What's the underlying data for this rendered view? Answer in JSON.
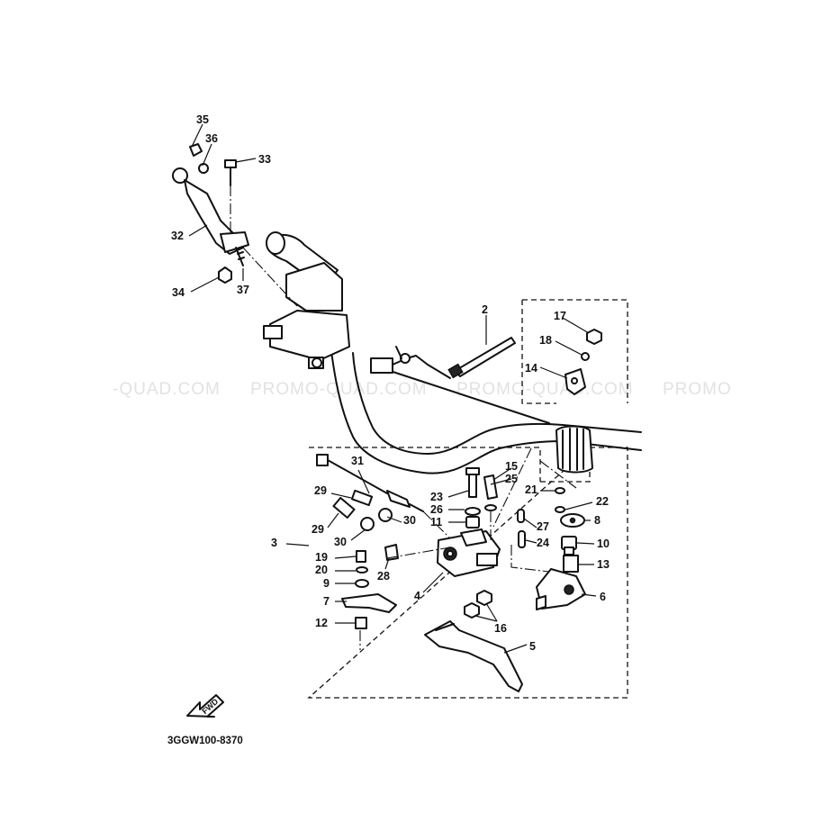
{
  "watermark": {
    "segments": [
      "-QUAD.COM",
      "PROMO-QUAD.COM",
      "PROMO-QUAD.COM",
      "PROMO"
    ]
  },
  "diagram_code": "3GGW100-8370",
  "fwd_label": "FWD",
  "callouts": {
    "c2": "2",
    "c3": "3",
    "c4": "4",
    "c5": "5",
    "c6": "6",
    "c7": "7",
    "c8": "8",
    "c9": "9",
    "c10": "10",
    "c11": "11",
    "c12": "12",
    "c13": "13",
    "c14": "14",
    "c15": "15",
    "c16": "16",
    "c17": "17",
    "c18": "18",
    "c19": "19",
    "c20": "20",
    "c21": "21",
    "c22": "22",
    "c23": "23",
    "c24": "24",
    "c25": "25",
    "c26": "26",
    "c27": "27",
    "c28": "28",
    "c29a": "29",
    "c29b": "29",
    "c30a": "30",
    "c30b": "30",
    "c31": "31",
    "c32": "32",
    "c33": "33",
    "c34": "34",
    "c35": "35",
    "c36": "36",
    "c37": "37"
  }
}
